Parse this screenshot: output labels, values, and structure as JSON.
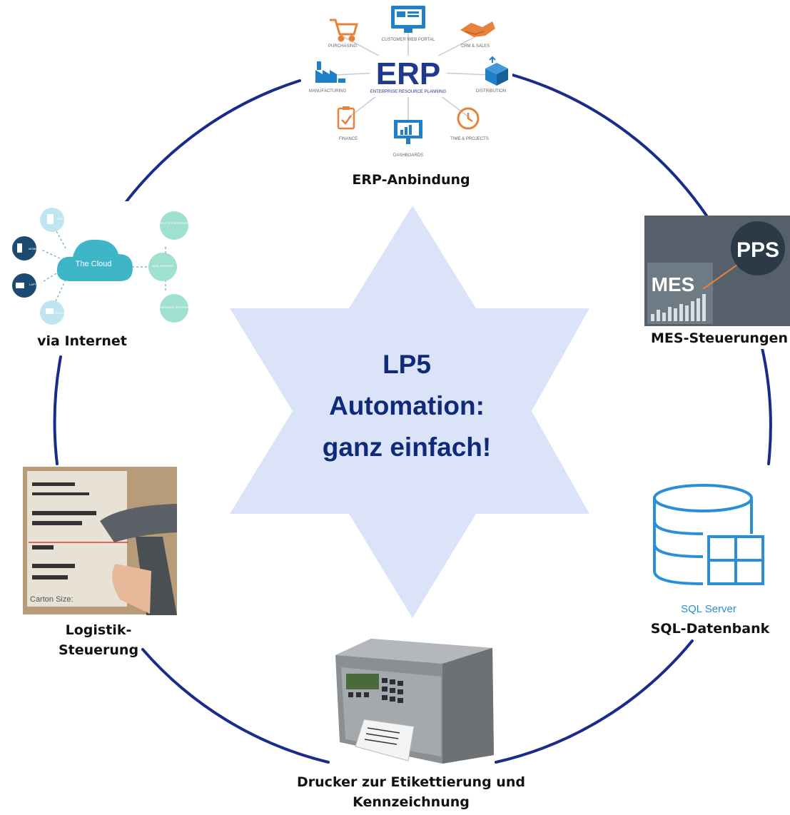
{
  "center": {
    "line1": "LP5",
    "line2": "Automation:",
    "line3": "ganz einfach!"
  },
  "nodes": {
    "erp": {
      "label": "ERP-Anbindung",
      "logo_text": "ERP",
      "logo_subtitle": "ENTERPRISE RESOURCE PLANNING",
      "modules": [
        "PURCHASING",
        "CUSTOMER WEB PORTAL",
        "CRM & SALES",
        "MANUFACTURING",
        "DISTRIBUTION",
        "FINANCE",
        "DASHBOARDS",
        "TIME & PROJECTS"
      ]
    },
    "internet": {
      "label": "via Internet",
      "cloud_text": "The Cloud",
      "clients": [
        "TABLET CLIENTS",
        "MOBILE CLIENTS",
        "LAPTOP CLIENTS",
        "PC CLIENTS"
      ],
      "servers": [
        "APPLICATION SERVERS",
        "WEB SERVERS",
        "DATABASE SERVERS"
      ]
    },
    "mes": {
      "label": "MES-Steuerungen",
      "tile_pps": "PPS",
      "tile_mes": "MES"
    },
    "sql": {
      "label": "SQL-Datenbank",
      "logo_text": "SQL Server"
    },
    "printer": {
      "label_line1": "Drucker zur Etikettierung und",
      "label_line2": "Kennzeichnung"
    },
    "logistics": {
      "label_line1": "Logistik-",
      "label_line2": "Steuerung",
      "photo_text": "Carton Size:"
    }
  },
  "colors": {
    "ring": "#1b2b8a",
    "star": "#dbe3f8",
    "center_text": "#0f2a78",
    "erp_navy": "#1f3a8c",
    "icon_orange": "#e8823a",
    "icon_blue": "#1f7fc9",
    "cloud_teal": "#3fb6c8",
    "sql_blue": "#2a8fd6",
    "mes_bg": "#55606a"
  }
}
